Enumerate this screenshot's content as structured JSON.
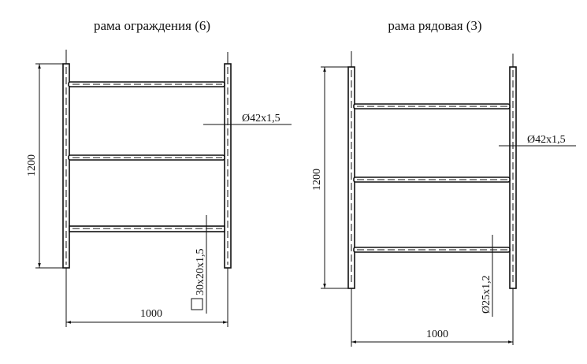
{
  "drawings": [
    {
      "title": "рама ограждения (6)",
      "height_dim": "1200",
      "width_dim": "1000",
      "post_callout": "Ø42x1,5",
      "rail_callout": "30x20x1,5",
      "rail_profile_icon": "square-profile-icon"
    },
    {
      "title": "рама рядовая (3)",
      "height_dim": "1200",
      "width_dim": "1000",
      "post_callout": "Ø42x1,5",
      "rail_callout": "Ø25x1,2"
    }
  ]
}
